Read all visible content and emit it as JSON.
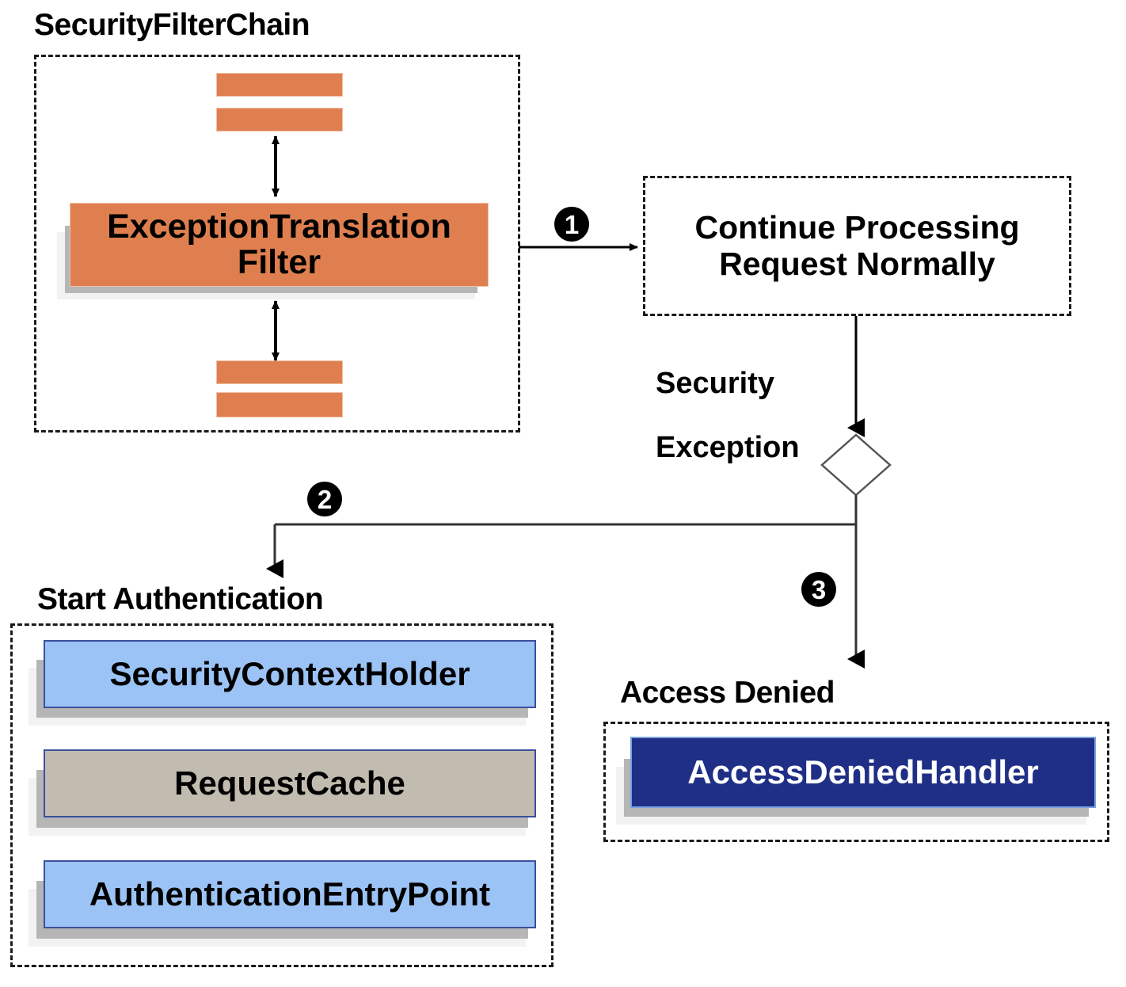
{
  "diagram": {
    "title": "Spring Security ExceptionTranslationFilter flow",
    "colors": {
      "filter_orange": "#df7f4f",
      "component_blue": "#9cc3f5",
      "component_gray": "#c2bcb0",
      "handler_navy": "#1f2f86",
      "border_blue": "#3c4f9b",
      "dashed_border": "#1a1a1a",
      "badge_fill": "#000000",
      "background": "#ffffff"
    },
    "groups": {
      "security_filter_chain": {
        "title": "SecurityFilterChain",
        "filters_above": [
          "",
          ""
        ],
        "main_filter": "ExceptionTranslation\nFilter",
        "main_filter_line1": "ExceptionTranslation",
        "main_filter_line2": "Filter",
        "filters_below": [
          "",
          ""
        ]
      },
      "continue_processing": {
        "line1": "Continue Processing",
        "line2": "Request Normally"
      },
      "start_authentication": {
        "title": "Start Authentication",
        "components": [
          {
            "label": "SecurityContextHolder",
            "style": "blue"
          },
          {
            "label": "RequestCache",
            "style": "gray"
          },
          {
            "label": "AuthenticationEntryPoint",
            "style": "blue"
          }
        ]
      },
      "access_denied": {
        "title": "Access Denied",
        "components": [
          {
            "label": "AccessDeniedHandler",
            "style": "navy"
          }
        ]
      }
    },
    "edges": {
      "security_exception_label": "Security\nException",
      "security_exception_line1": "Security",
      "security_exception_line2": "Exception"
    },
    "badges": [
      {
        "id": "badge-1",
        "label": "1"
      },
      {
        "id": "badge-2",
        "label": "2"
      },
      {
        "id": "badge-3",
        "label": "3"
      }
    ]
  }
}
